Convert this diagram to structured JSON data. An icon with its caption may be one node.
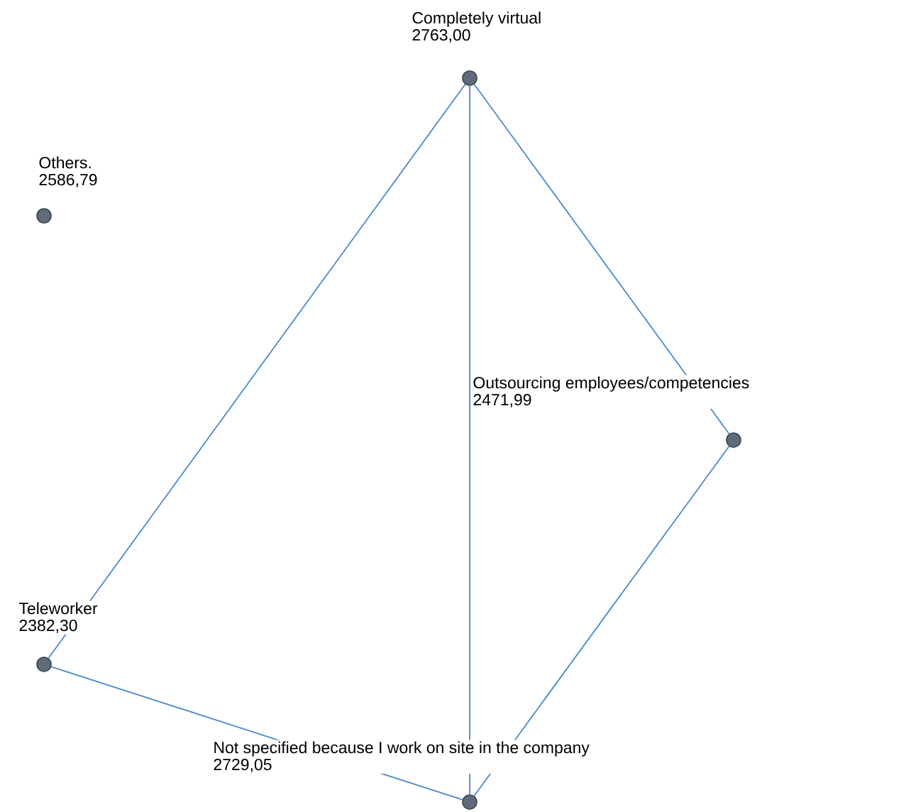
{
  "diagram": {
    "nodes": [
      {
        "text": [
          "Completely virtual",
          "2763,00"
        ]
      },
      {
        "text": [
          "Others.",
          "2586,79"
        ]
      },
      {
        "text": [
          "Outsourcing employees/competencies",
          "2471,99"
        ]
      },
      {
        "text": [
          "Teleworker",
          "2382,30"
        ]
      },
      {
        "text": [
          "Not specified because I work on site in the company",
          "2729,05"
        ]
      }
    ],
    "edges": [
      {
        "from": 0,
        "to": 3,
        "arrow": "none"
      },
      {
        "from": 0,
        "to": 4,
        "arrow": "none"
      },
      {
        "from": 0,
        "to": 2,
        "arrow": "none"
      },
      {
        "from": 2,
        "to": 4,
        "arrow": "none"
      },
      {
        "from": 3,
        "to": 4,
        "arrow": "none"
      }
    ]
  }
}
